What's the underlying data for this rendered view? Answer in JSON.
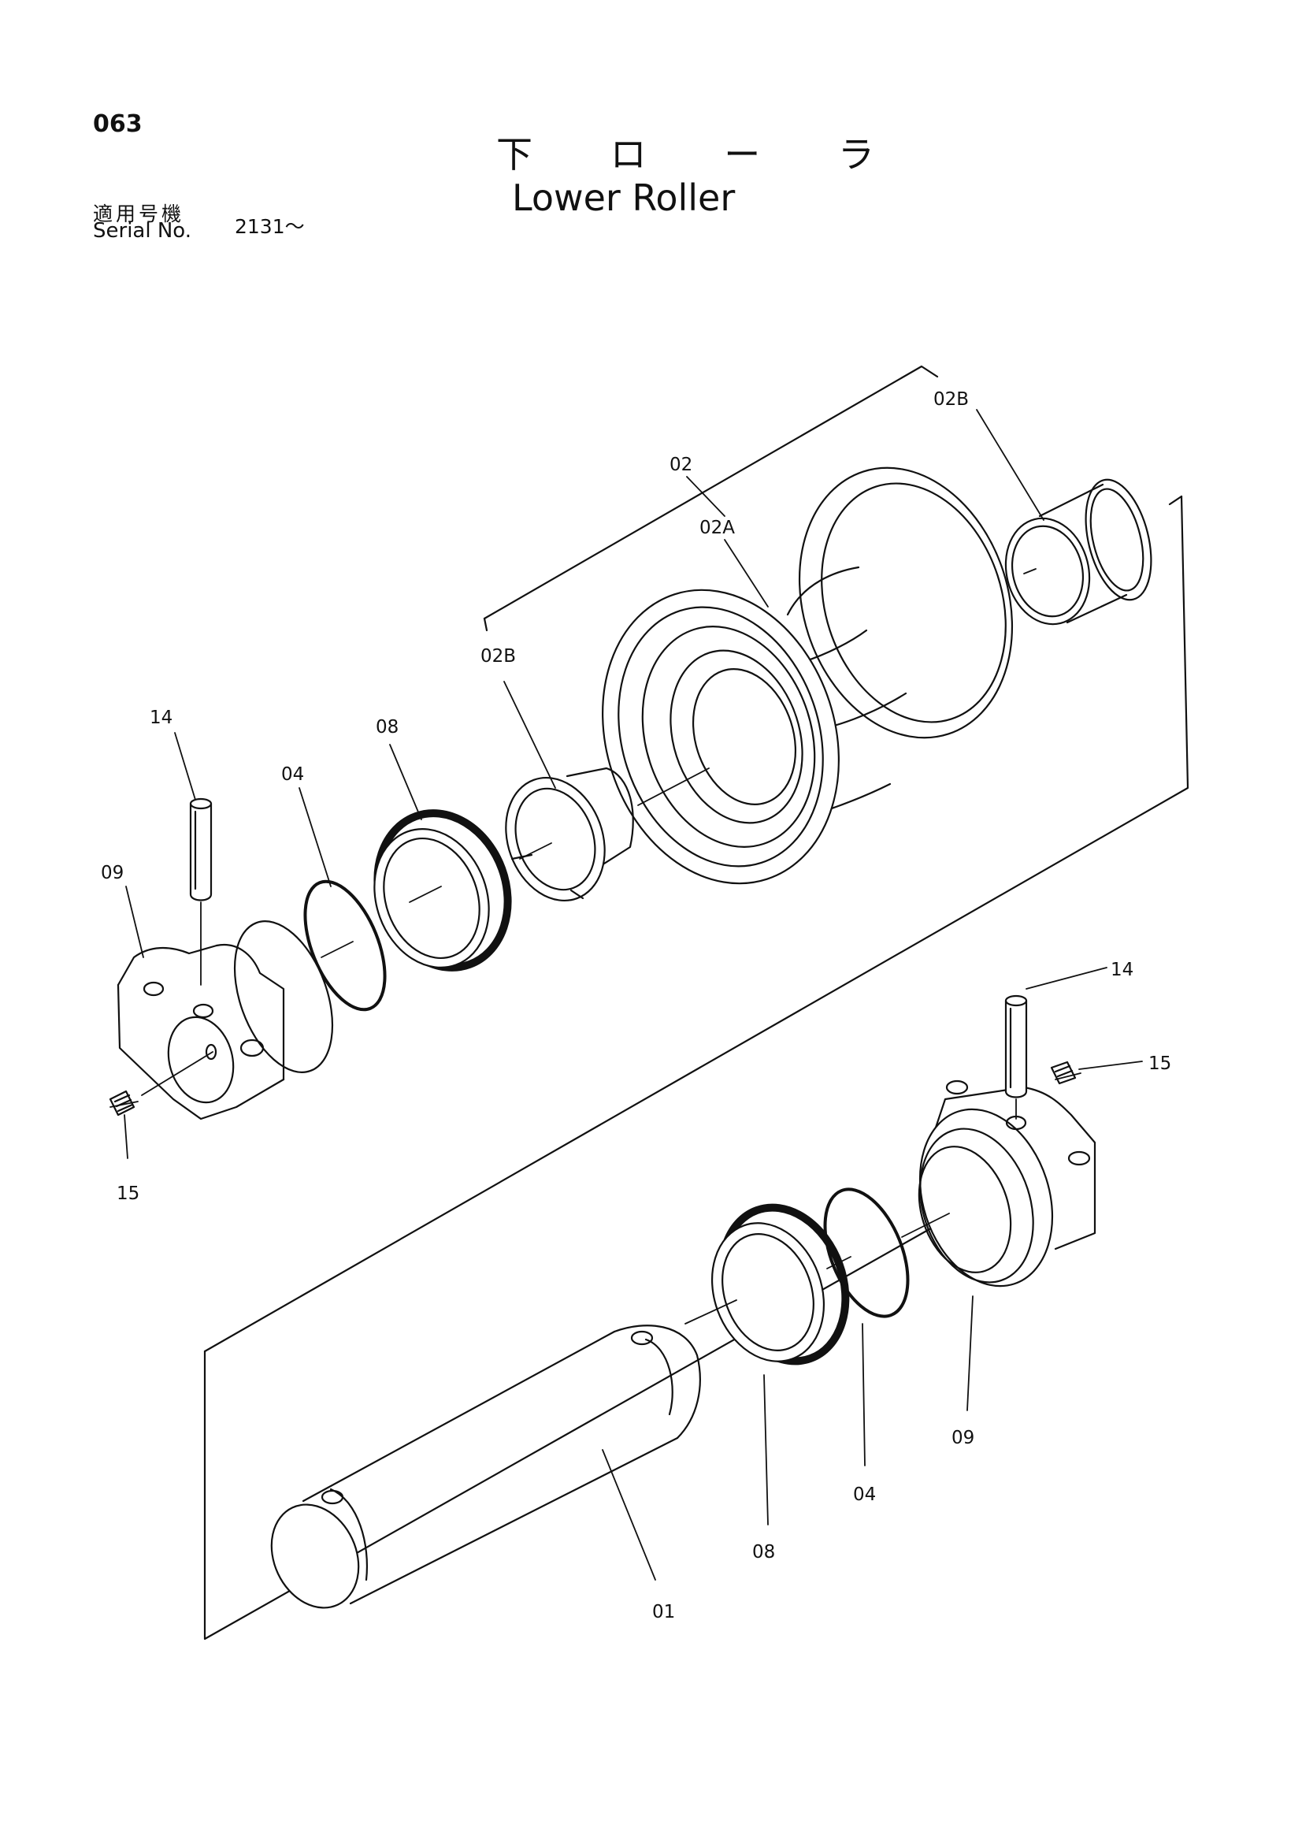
{
  "page": {
    "number": "063",
    "title_ja": "下 ロ ー ラ",
    "title_en": "Lower Roller",
    "serial_label_ja": "適用号機",
    "serial_label_en": "Serial No.",
    "serial_value": "2131～"
  },
  "callouts": {
    "p02": "02",
    "p02A": "02A",
    "p02B_top": "02B",
    "p02B_left": "02B",
    "p14_left": "14",
    "p08_left": "08",
    "p04_left": "04",
    "p09_left": "09",
    "p15_left": "15",
    "p14_right": "14",
    "p15_right": "15",
    "p09_right": "09",
    "p04_right": "04",
    "p08_right": "08",
    "p01": "01"
  }
}
